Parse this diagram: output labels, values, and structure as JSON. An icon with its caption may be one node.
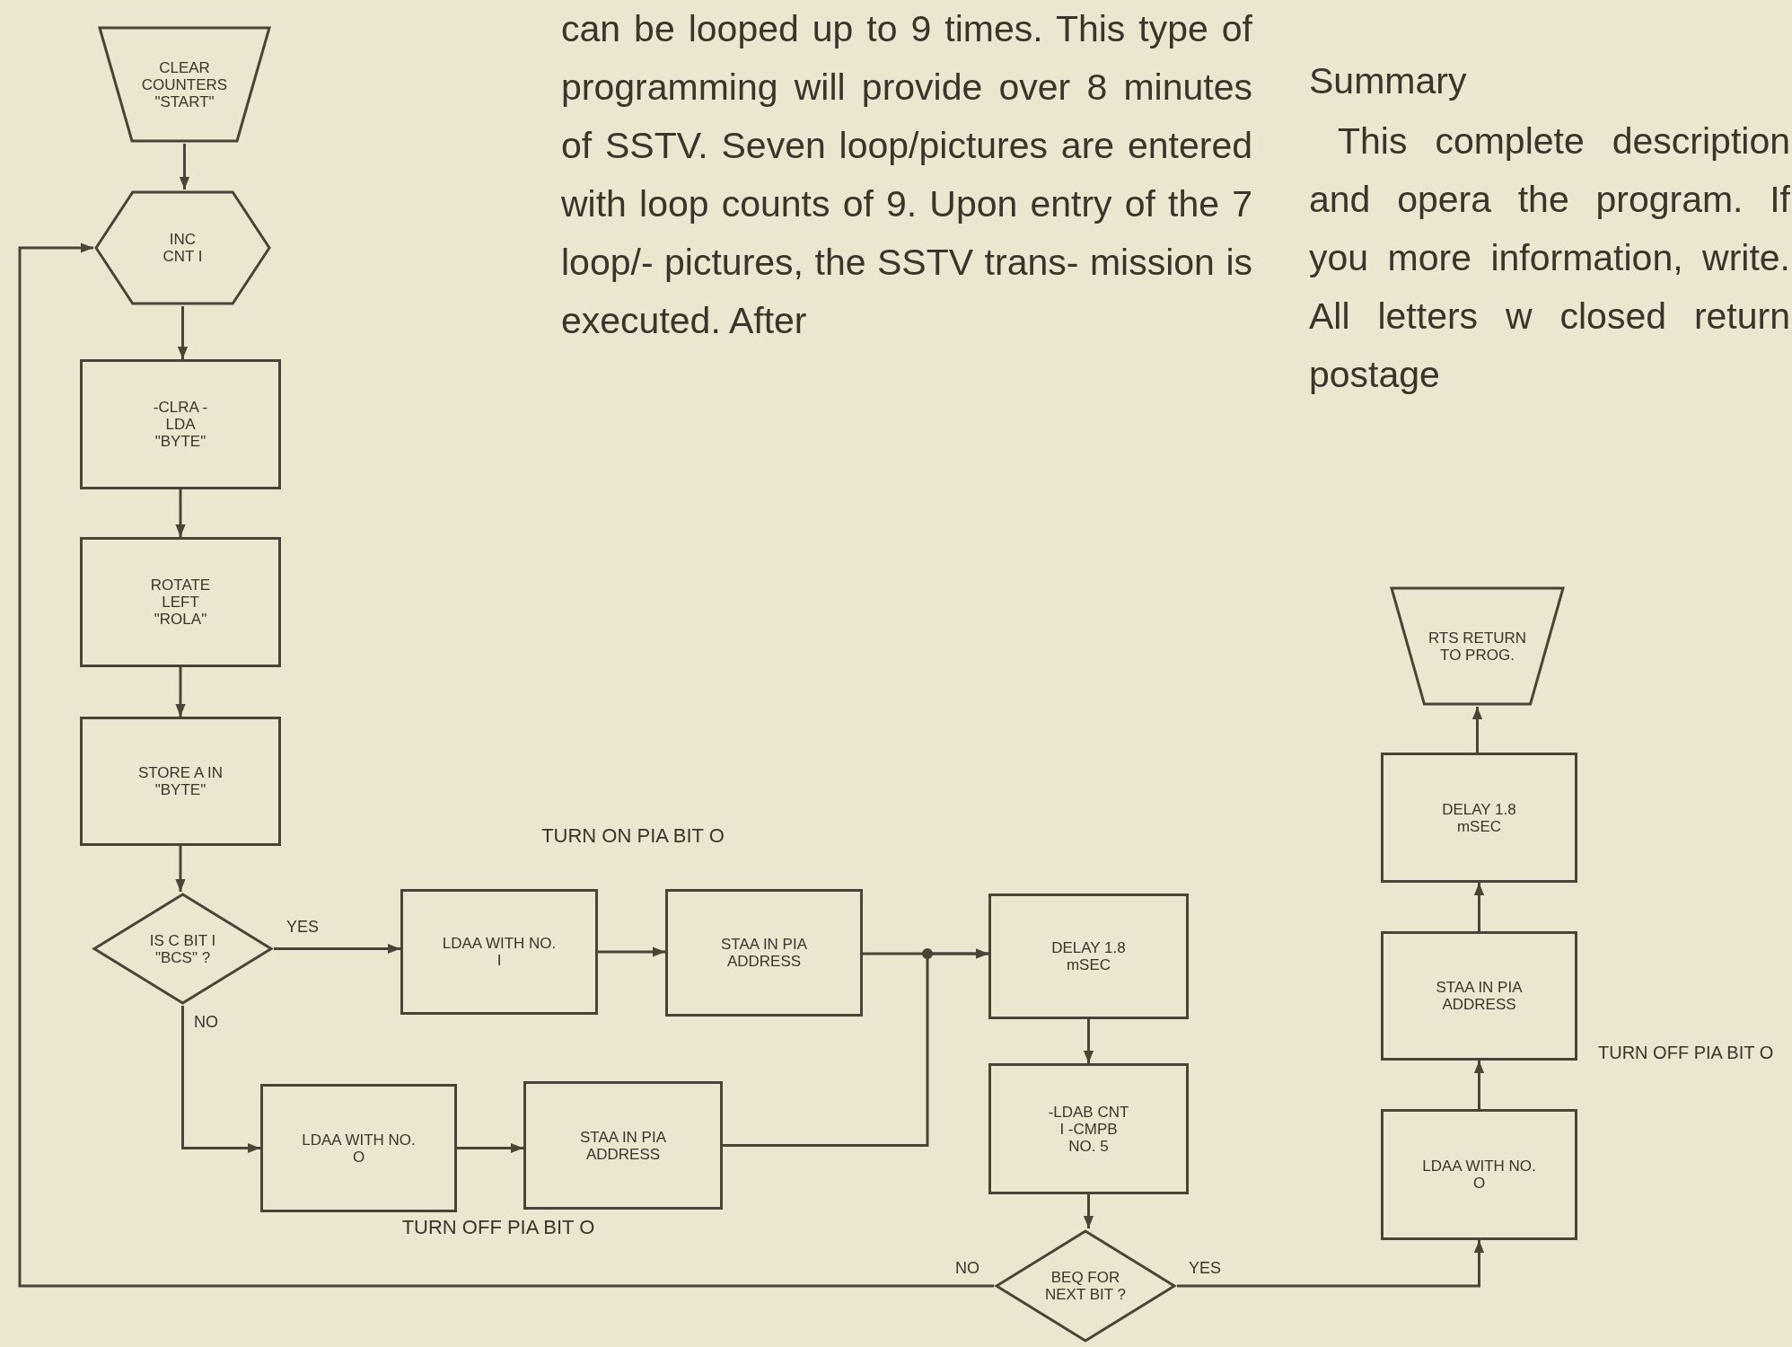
{
  "diagram": {
    "nodes": [
      {
        "text": [
          "CLEAR COUNTERS \"START\""
        ]
      },
      {
        "text": [
          "INC CNT I"
        ]
      },
      {
        "text": [
          "-CLRA -LDA \"BYTE\""
        ]
      },
      {
        "text": [
          "ROTATE LEFT \"ROLA\""
        ]
      },
      {
        "text": [
          "STORE A IN \"BYTE\""
        ]
      },
      {
        "text": [
          "IS C BIT I \"BCS\" ?"
        ]
      },
      {
        "text": [
          "LDAA WITH NO. I"
        ]
      },
      {
        "text": [
          "STAA IN PIA ADDRESS"
        ]
      },
      {
        "text": [
          "LDAA WITH NO. O"
        ]
      },
      {
        "text": [
          "STAA IN PIA ADDRESS"
        ]
      },
      {
        "text": [
          "DELAY 1.8 mSEC"
        ]
      },
      {
        "text": [
          "-LDAB CNT I -CMPB NO. 5"
        ]
      },
      {
        "text": [
          "BEQ FOR NEXT BIT ?"
        ]
      },
      {
        "text": [
          "LDAA WITH NO. O"
        ]
      },
      {
        "text": [
          "STAA IN PIA ADDRESS"
        ]
      },
      {
        "text": [
          "DELAY 1.8 mSEC"
        ]
      },
      {
        "text": [
          "RTS RETURN TO PROG."
        ]
      }
    ],
    "edges": [
      {
        "from": 0,
        "to": 1,
        "arrow": "to"
      },
      {
        "from": 1,
        "to": 2,
        "arrow": "to"
      },
      {
        "from": 2,
        "to": 3,
        "arrow": "to"
      },
      {
        "from": 3,
        "to": 4,
        "arrow": "to"
      },
      {
        "from": 4,
        "to": 5,
        "arrow": "to"
      },
      {
        "from": 5,
        "to": 6,
        "arrow": "to",
        "label": "YES"
      },
      {
        "from": 5,
        "to": 8,
        "arrow": "to",
        "label": "NO"
      },
      {
        "from": 6,
        "to": 7,
        "arrow": "to"
      },
      {
        "from": 8,
        "to": 9,
        "arrow": "to"
      },
      {
        "from": 7,
        "to": 10,
        "arrow": "to"
      },
      {
        "from": 9,
        "to": 10,
        "arrow": "to"
      },
      {
        "from": 10,
        "to": 11,
        "arrow": "to"
      },
      {
        "from": 11,
        "to": 12,
        "arrow": "to"
      },
      {
        "from": 12,
        "to": 1,
        "arrow": "to",
        "label": "NO"
      },
      {
        "from": 12,
        "to": 13,
        "arrow": "to",
        "label": "YES"
      },
      {
        "from": 13,
        "to": 14,
        "arrow": "to"
      },
      {
        "from": 14,
        "to": 15,
        "arrow": "to"
      },
      {
        "from": 15,
        "to": 16,
        "arrow": "to"
      }
    ],
    "labels": [
      "can be looped up to 9 times. This type of programming will provide over 8 minutes of SSTV. Seven loop/pictures are entered with loop counts of 9. Upon entry of the 7 loop/- pictures, the SSTV trans- mission is executed. After",
      "Summary",
      "This complete description and opera the program. If you more information, write. All letters w closed return postage",
      "TURN ON PIA BIT O",
      "TURN OFF PIA BIT O",
      "TURN OFF PIA BIT O"
    ]
  }
}
